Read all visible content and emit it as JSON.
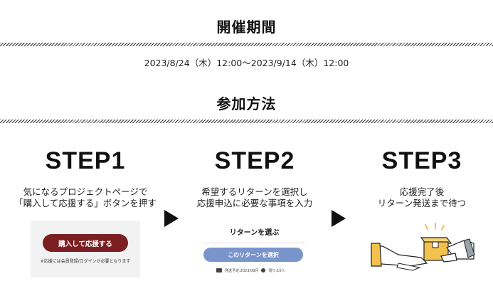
{
  "period": {
    "title": "開催期間",
    "dates": "2023/8/24（木）12:00〜2023/9/14（木）12:00"
  },
  "method": {
    "title": "参加方法"
  },
  "steps": [
    {
      "title": "STEP1",
      "desc_line1": "気になるプロジェクトページで",
      "desc_line2": "「購入して応援する」ボタンを押す",
      "button_label": "購入して応援する",
      "note": "※応援には会員登録/ログインが必要となります"
    },
    {
      "title": "STEP2",
      "desc_line1": "希望するリターンを選択し",
      "desc_line2": "応援申込に必要な事項を入力",
      "card_title": "リターンを選ぶ",
      "button_label": "このリターンを選択",
      "meta_ship": "発送予定:2023/09月",
      "meta_remaining": "残り:10人"
    },
    {
      "title": "STEP3",
      "desc_line1": "応援完了後",
      "desc_line2": "リターン発送まで待つ"
    }
  ],
  "colors": {
    "buy_button": "#7b1f22",
    "select_button": "#7a95cc",
    "box": "#f2c14e",
    "accent_yellow": "#f2c14e"
  }
}
